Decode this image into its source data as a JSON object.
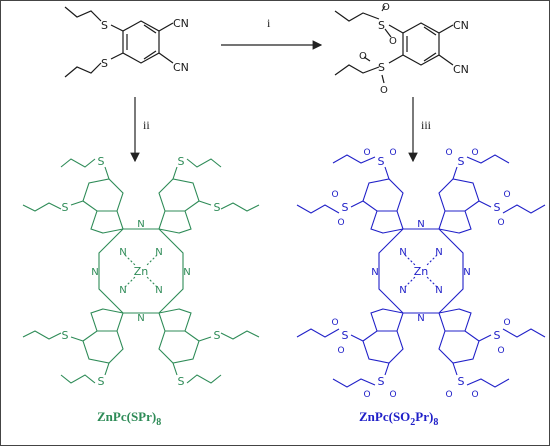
{
  "colors": {
    "black": "#1a1a1a",
    "green": "#2e8b57",
    "blue": "#2020c8"
  },
  "steps": {
    "i": "i",
    "ii": "ii",
    "iii": "iii"
  },
  "precursor_top_left": {
    "substituent": "S",
    "nitrile": "CN"
  },
  "precursor_top_right": {
    "substituent": "S",
    "oxygen": "O",
    "nitrile": "CN"
  },
  "pc_atoms": {
    "metal": "Zn",
    "nitrogen": "N",
    "sulfur": "S",
    "oxygen": "O"
  },
  "compounds": {
    "green_name": "ZnPc(SPr)",
    "green_sub": "8",
    "blue_name_a": "ZnPc(SO",
    "blue_sub_a": "2",
    "blue_name_b": "Pr)",
    "blue_sub_b": "8"
  }
}
